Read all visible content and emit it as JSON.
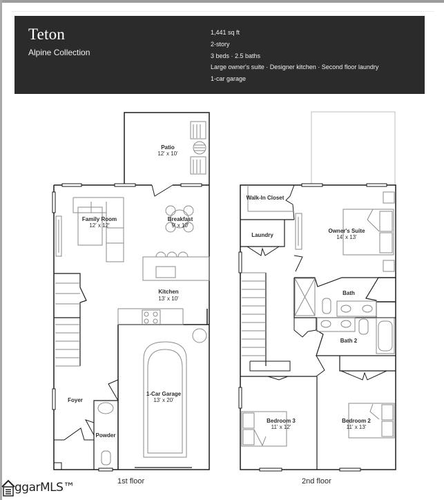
{
  "header": {
    "title": "Teton",
    "subtitle": "Alpine Collection",
    "specs": [
      "1,441 sq ft",
      "2-story",
      "3 beds  ·  2.5 baths",
      "Large owner's suite  ·  Designer kitchen  ·  Second floor laundry",
      "1-car garage"
    ],
    "background_color": "#2b2b2b"
  },
  "floors": [
    {
      "label": "1st floor",
      "rooms": [
        {
          "name": "Patio",
          "size": "12' x 10'"
        },
        {
          "name": "Family Room",
          "size": "12' x 12'"
        },
        {
          "name": "Breakfast",
          "size": "9' x 10'"
        },
        {
          "name": "Kitchen",
          "size": "13' x 10'"
        },
        {
          "name": "1-Car Garage",
          "size": "13' x 20'"
        },
        {
          "name": "Foyer",
          "size": ""
        },
        {
          "name": "Powder",
          "size": ""
        }
      ]
    },
    {
      "label": "2nd floor",
      "rooms": [
        {
          "name": "Walk-In Closet",
          "size": ""
        },
        {
          "name": "Laundry",
          "size": ""
        },
        {
          "name": "Owner's Suite",
          "size": "14' x 13'"
        },
        {
          "name": "Bath",
          "size": ""
        },
        {
          "name": "Bath 2",
          "size": ""
        },
        {
          "name": "Bedroom 3",
          "size": "11' x 12'"
        },
        {
          "name": "Bedroom 2",
          "size": "11' x 13'"
        }
      ]
    }
  ],
  "watermark": {
    "text": "ggarMLS™",
    "icon": "house-list-icon"
  }
}
